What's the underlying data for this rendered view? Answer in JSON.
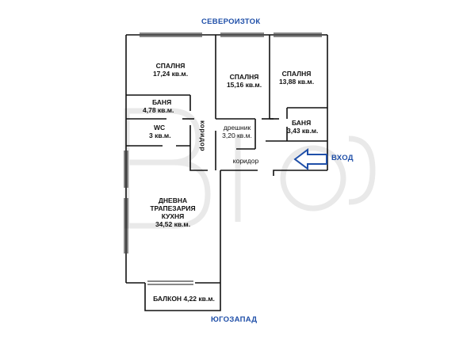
{
  "compass": {
    "top": "СЕВЕРОИЗТОК",
    "bottom": "ЮГОЗАПАД"
  },
  "entrance": {
    "label": "ВХОД",
    "arrow_icon": "left-arrow-icon",
    "color": "#1f4fa8"
  },
  "rooms": {
    "bedroom_1": {
      "name": "СПАЛНЯ",
      "area": "17,24 кв.м."
    },
    "bedroom_2": {
      "name": "СПАЛНЯ",
      "area": "15,16 кв.м."
    },
    "bedroom_3": {
      "name": "СПАЛНЯ",
      "area": "13,88 кв.м."
    },
    "bathroom_1": {
      "name": "БАНЯ",
      "area": "4,78 кв.м."
    },
    "wc": {
      "name": "WC",
      "area": "3 кв.м."
    },
    "wardrobe": {
      "name": "дрешник",
      "area": "3,20 кв.м."
    },
    "bathroom_2": {
      "name": "БАНЯ",
      "area": "3,43 кв.м."
    },
    "corridor_vertical": {
      "name": "коридор"
    },
    "corridor_horizontal": {
      "name": "коридор"
    },
    "living": {
      "line1": "ДНЕВНА",
      "line2": "ТРАПЕЗАРИЯ",
      "line3": "КУХНЯ",
      "area": "34,52 кв.м."
    },
    "balcony": {
      "name": "БАЛКОН",
      "area": "4,22 кв.м."
    }
  },
  "colors": {
    "wall": "#111111",
    "compass_text": "#1f4fa8",
    "watermark": "#e6e6e6"
  }
}
